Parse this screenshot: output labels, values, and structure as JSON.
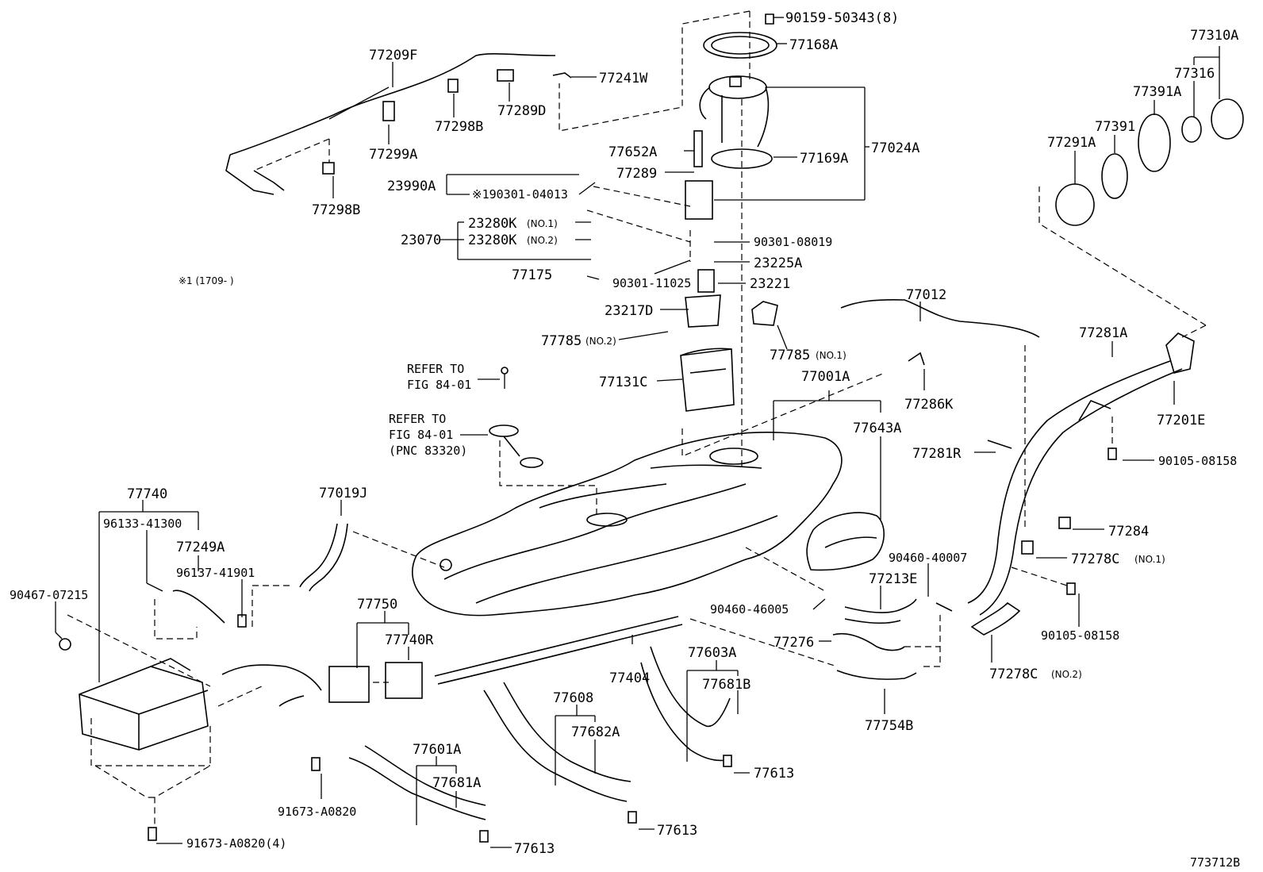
{
  "figure_number": "773712B",
  "note": "※1 (1709-      )",
  "refer_1": [
    "REFER TO",
    "FIG 84-01"
  ],
  "refer_2": [
    "REFER TO",
    "FIG 84-01",
    "(PNC 83320)"
  ],
  "labels": {
    "p90159": "90159-50343(8)",
    "p77168A": "77168A",
    "p77209F": "77209F",
    "p77241W": "77241W",
    "p77298B_top": "77298B",
    "p77289D": "77289D",
    "p77299A": "77299A",
    "p77298B_bot": "77298B",
    "p77024A": "77024A",
    "p77652A": "77652A",
    "p77289": "77289",
    "p77169A": "77169A",
    "p23990A": "23990A",
    "p90301_04013": "※190301-04013",
    "p23280K_1": "23280K",
    "p23280K_1_note": "(NO.1)",
    "p23070": "23070",
    "p23280K_2": "23280K",
    "p23280K_2_note": "(NO.2)",
    "p90301_08019": "90301-08019",
    "p77175": "77175",
    "p90301_11025": "90301-11025",
    "p23225A": "23225A",
    "p23221": "23221",
    "p23217D": "23217D",
    "p77785_2": "77785",
    "p77785_2_note": "(NO.2)",
    "p77785_1": "77785",
    "p77785_1_note": "(NO.1)",
    "p77131C": "77131C",
    "p77012": "77012",
    "p77001A": "77001A",
    "p77643A": "77643A",
    "p77286K": "77286K",
    "p77281R": "77281R",
    "p77281A": "77281A",
    "p77201E": "77201E",
    "p90105_a": "90105-08158",
    "p77310A": "77310A",
    "p77316": "77316",
    "p77391A": "77391A",
    "p77391": "77391",
    "p77291A": "77291A",
    "p77740": "77740",
    "p96133": "96133-41300",
    "p77249A": "77249A",
    "p96137": "96137-41901",
    "p90467": "90467-07215",
    "p77019J": "77019J",
    "p77750": "77750",
    "p77740R": "77740R",
    "p77404": "77404",
    "p90460_46005": "90460-46005",
    "p90460_40007": "90460-40007",
    "p77213E": "77213E",
    "p77276": "77276",
    "p77754B": "77754B",
    "p77284": "77284",
    "p77278C_1": "77278C",
    "p77278C_1_note": "(NO.1)",
    "p90105_b": "90105-08158",
    "p77278C_2": "77278C",
    "p77278C_2_note": "(NO.2)",
    "p77603A": "77603A",
    "p77681B": "77681B",
    "p77613_r": "77613",
    "p77608": "77608",
    "p77682A": "77682A",
    "p77613_m": "77613",
    "p77601A": "77601A",
    "p77681A": "77681A",
    "p77613_l": "77613",
    "p91673_a": "91673-A0820",
    "p91673_b": "91673-A0820(4)"
  }
}
